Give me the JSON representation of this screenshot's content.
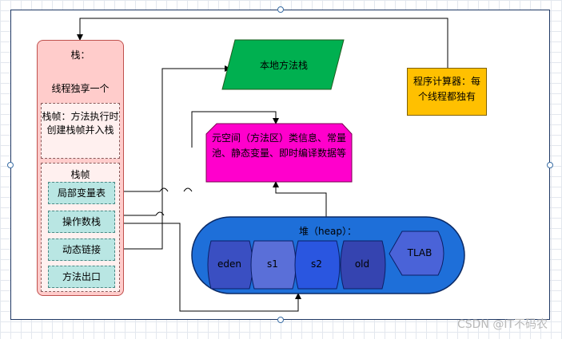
{
  "stack": {
    "title": "栈：",
    "subtitle": "线程独享一个",
    "frame_desc": "栈帧：方法执行时创建栈帧并入栈",
    "frame_title": "栈帧",
    "items": [
      "局部变量表",
      "操作数栈",
      "动态链接",
      "方法出口"
    ]
  },
  "native_stack": {
    "label": "本地方法栈"
  },
  "metaspace": {
    "label": "元空间（方法区）类信息、常量池、静态变量、即时编译数据等"
  },
  "pc_register": {
    "label": "程序计算器：每个线程都独有"
  },
  "heap": {
    "title": "堆（heap）：",
    "regions": [
      "eden",
      "s1",
      "s2",
      "old"
    ],
    "tlab": "TLAB"
  },
  "watermark": "CSDN @IT不码农",
  "colors": {
    "stack_fill": "#ffcccb",
    "cell_fill": "#b9e6e3",
    "native_fill": "#00b050",
    "meta_fill": "#ff00cc",
    "pc_fill": "#ffc000",
    "heap_fill": "#1e6fd9",
    "region_fill": "#4a63d8",
    "connector": "#000000"
  }
}
